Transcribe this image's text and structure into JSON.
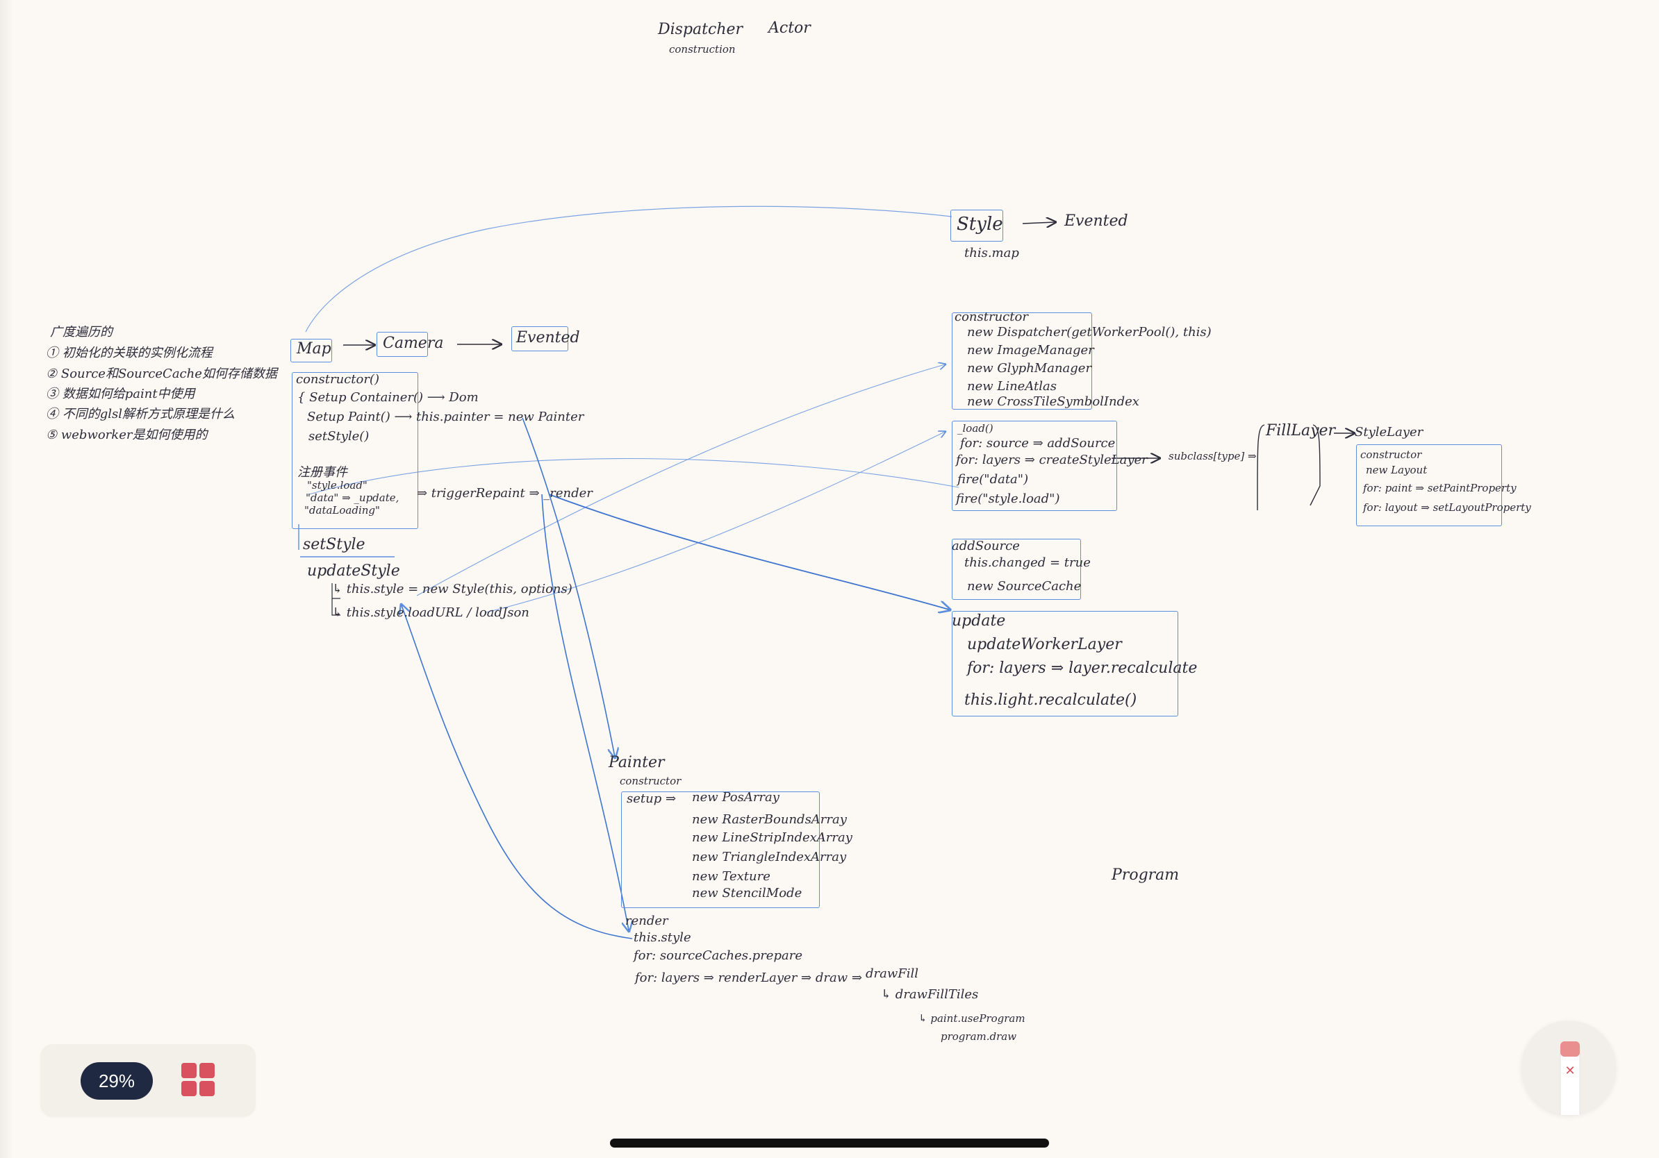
{
  "canvas": {
    "header": {
      "dispatcher": "Dispatcher",
      "dispatcher_sub": "construction",
      "actor": "Actor"
    },
    "notes": {
      "title": "广度遍历的",
      "items": [
        "① 初始化的关联的实例化流程",
        "② Source和SourceCache如何存储数据",
        "③ 数据如何给paint中使用",
        "④ 不同的glsl解析方式原理是什么",
        "⑤ webworker是如何使用的"
      ]
    },
    "chain": {
      "map": "Map",
      "camera": "Camera",
      "evented": "Evented"
    },
    "map_constructor": {
      "title": "constructor()",
      "lines": [
        "{ Setup Container() ⟶ Dom",
        "Setup Paint() ⟶ this.painter = new Painter",
        "setStyle()"
      ],
      "events_label": "注册事件",
      "events": [
        "\"style.load\"",
        "\"data\" ⇒ _update,",
        "\"dataLoading\""
      ],
      "trigger": "⇒ triggerRepaint ⇒ _render"
    },
    "set_style": {
      "title": "setStyle",
      "update": "updateStyle",
      "lines": [
        "↳ this.style = new Style(this, options)",
        "↳ this.style.loadURL / loadJson"
      ]
    },
    "style": {
      "title": "Style",
      "evented": "Evented",
      "sub": "this.map"
    },
    "style_constructor": {
      "title": "constructor",
      "lines": [
        "new Dispatcher(getWorkerPool(), this)",
        "new ImageManager",
        "new GlyphManager",
        "new LineAtlas",
        "new CrossTileSymbolIndex"
      ]
    },
    "load": {
      "title": "_load()",
      "lines": [
        "for: source ⇒ addSource",
        "for: layers ⇒ createStyleLayer",
        "fire(\"data\")",
        "fire(\"style.load\")"
      ],
      "subclass": "subclass[type] ⇒",
      "fill_layer": "FillLayer",
      "style_layer": "StyleLayer"
    },
    "style_layer_constructor": {
      "title": "constructor",
      "lines": [
        "new Layout",
        "for: paint ⇒ setPaintProperty",
        "for: layout ⇒ setLayoutProperty"
      ]
    },
    "add_source": {
      "title": "addSource",
      "lines": [
        "this.changed = true",
        "new SourceCache"
      ]
    },
    "update": {
      "title": "update",
      "lines": [
        "updateWorkerLayer",
        "for: layers ⇒ layer.recalculate",
        "this.light.recalculate()"
      ]
    },
    "painter": {
      "title": "Painter",
      "sub": "constructor",
      "setup": "setup ⇒",
      "lines": [
        "new PosArray",
        "new RasterBoundsArray",
        "new LineStripIndexArray",
        "new TriangleIndexArray",
        "new Texture",
        "new StencilMode"
      ]
    },
    "render": {
      "title": "render",
      "lines": [
        "this.style",
        "for: sourceCaches.prepare",
        "for: layers ⇒ renderLayer ⇒ draw ⇒"
      ],
      "draw_fill": "drawFill",
      "draw_fill_tiles": "↳ drawFillTiles",
      "use_program": "↳ paint.useProgram",
      "program_draw": "program.draw"
    },
    "program": "Program"
  },
  "toolbar": {
    "zoom": "29%",
    "grid_icon": "grid-icon"
  },
  "eraser": {
    "icon": "eraser-icon",
    "close": "✕"
  },
  "colors": {
    "ink": "#2c2c3a",
    "pen_blue": "#5b8fde",
    "accent_red": "#d9515f",
    "pill": "#1f2941",
    "paper": "#fcf9f4"
  }
}
